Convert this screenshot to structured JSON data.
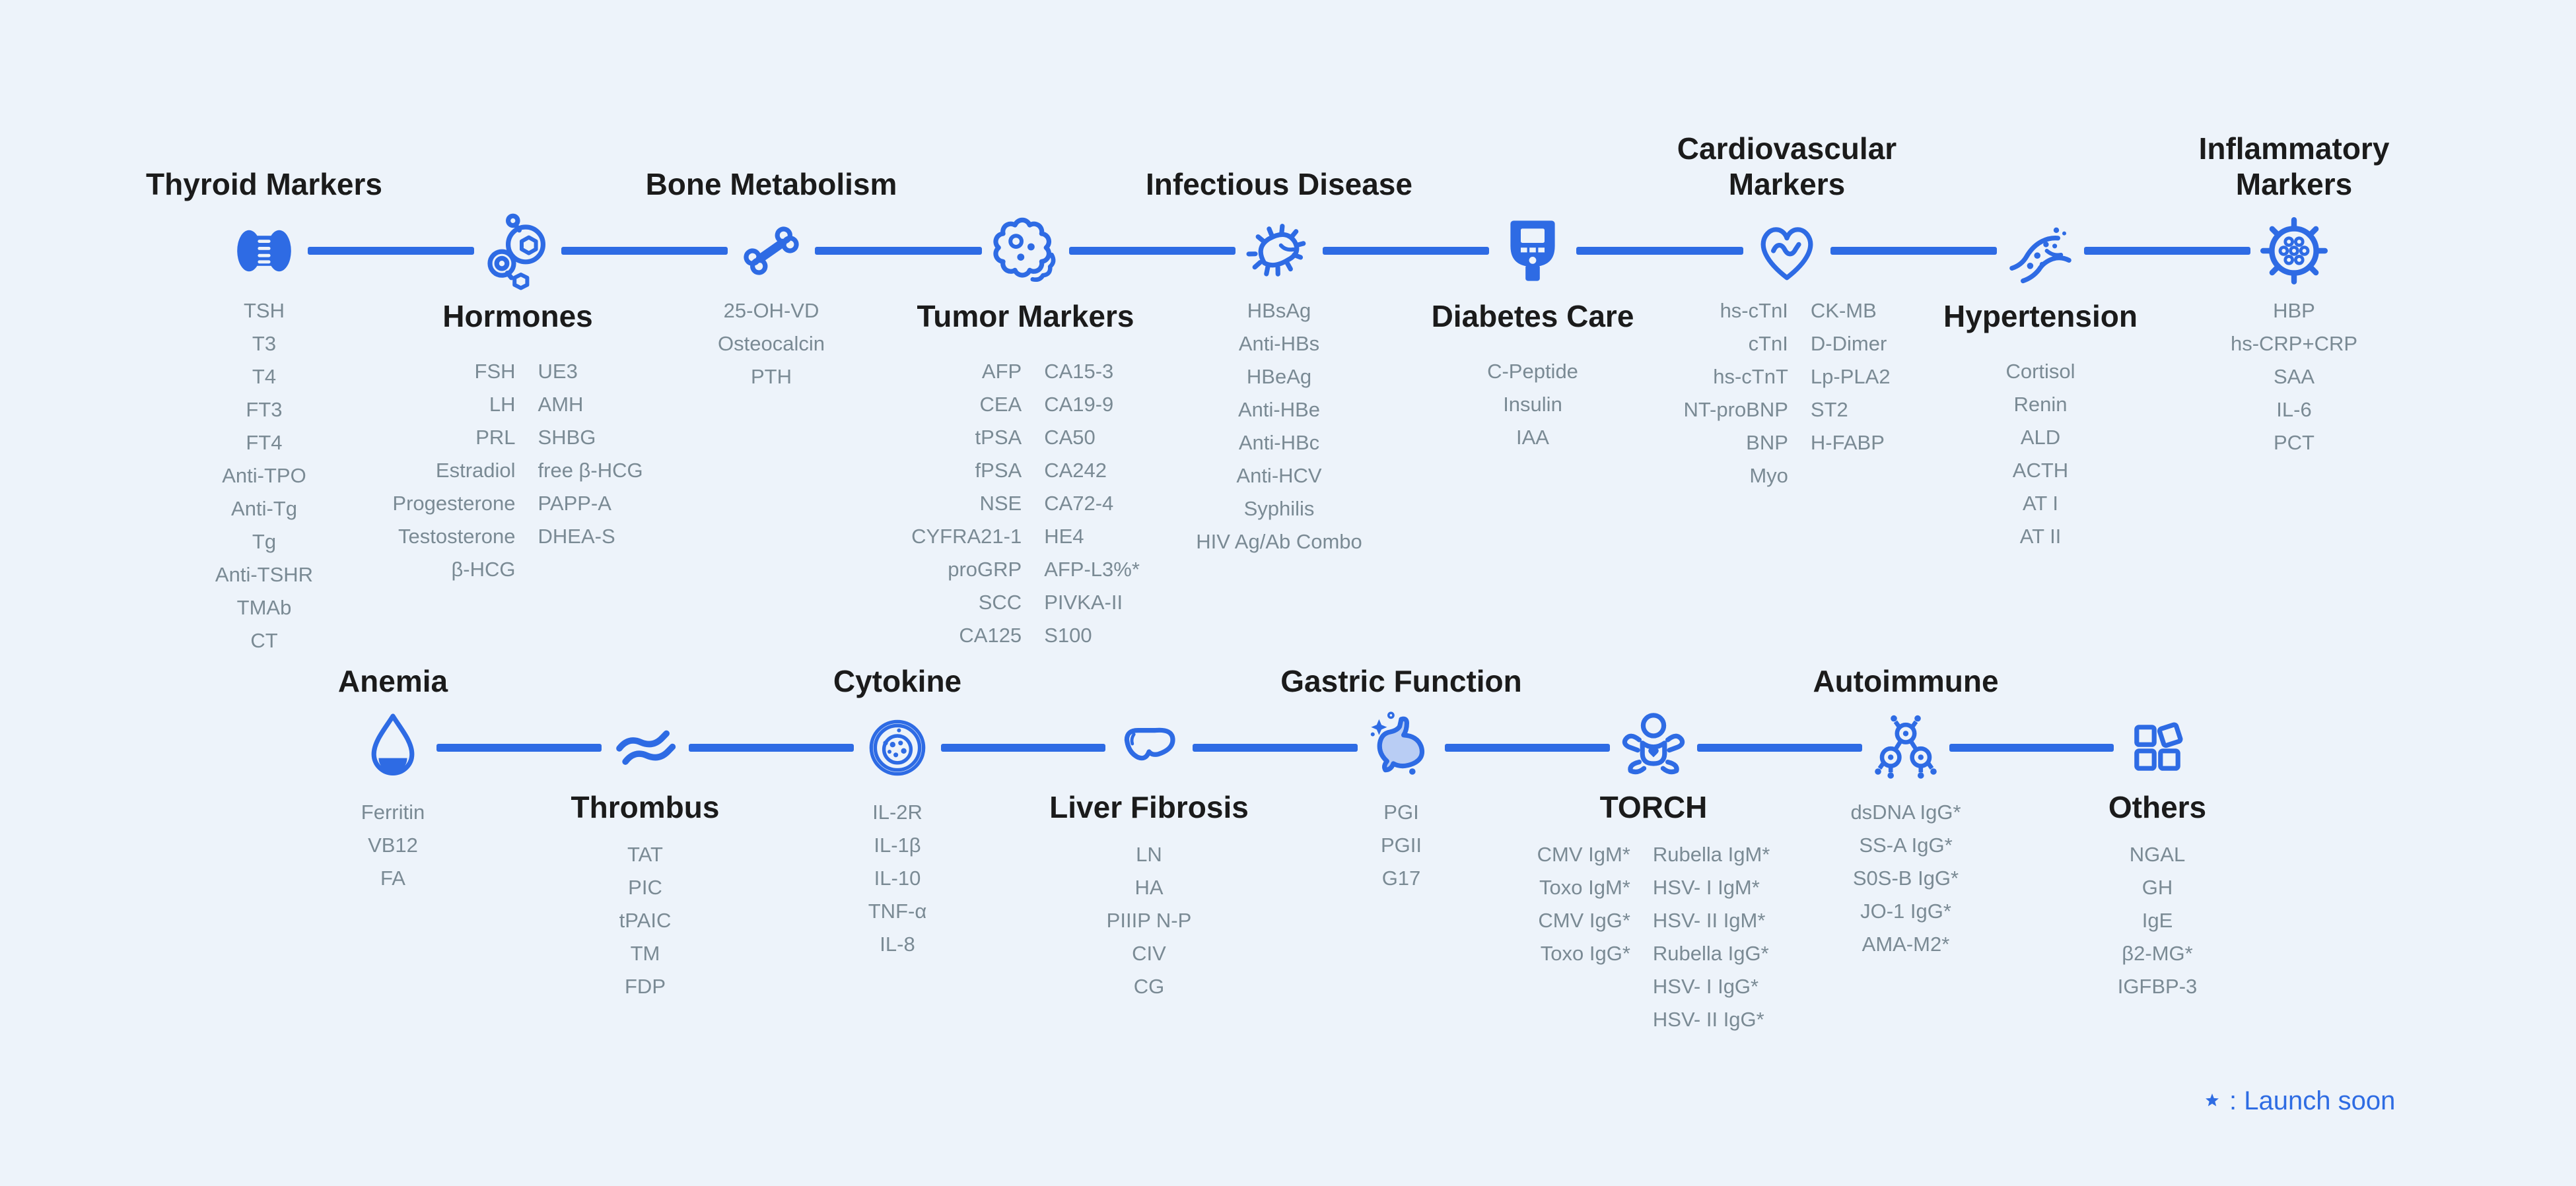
{
  "colors": {
    "accent": "#2E6BE4",
    "accent_light": "#B9CDF4",
    "background": "#EDF3FA",
    "list_text": "#7A8A94",
    "title_text": "#1B1B1B",
    "footnote_text": "#2E6CE3"
  },
  "footnote": {
    "marker": "*",
    "text": ": Launch soon"
  },
  "rows": [
    {
      "items": [
        {
          "title": "Thyroid Markers",
          "icon": "thyroid-icon",
          "title_pos": "above",
          "columns": [
            [
              "TSH",
              "T3",
              "T4",
              "FT3",
              "FT4",
              "Anti-TPO",
              "Anti-Tg",
              "Tg",
              "Anti-TSHR",
              "TMAb",
              "CT"
            ]
          ]
        },
        {
          "title": "Hormones",
          "icon": "hormones-icon",
          "title_pos": "below",
          "columns": [
            [
              "FSH",
              "LH",
              "PRL",
              "Estradiol",
              "Progesterone",
              "Testosterone",
              "β-HCG"
            ],
            [
              "UE3",
              "AMH",
              "SHBG",
              "free β-HCG",
              "PAPP-A",
              "DHEA-S"
            ]
          ]
        },
        {
          "title": "Bone Metabolism",
          "icon": "bone-joint-icon",
          "title_pos": "above",
          "columns": [
            [
              "25-OH-VD",
              "Osteocalcin",
              "PTH"
            ]
          ]
        },
        {
          "title": "Tumor Markers",
          "icon": "tumor-cell-icon",
          "title_pos": "below",
          "columns": [
            [
              "AFP",
              "CEA",
              "tPSA",
              "fPSA",
              "NSE",
              "CYFRA21-1",
              "proGRP",
              "SCC",
              "CA125"
            ],
            [
              "CA15-3",
              "CA19-9",
              "CA50",
              "CA242",
              "CA72-4",
              "HE4",
              "AFP-L3%*",
              "PIVKA-II",
              "S100"
            ]
          ]
        },
        {
          "title": "Infectious Disease",
          "icon": "bacteria-icon",
          "title_pos": "above",
          "columns": [
            [
              "HBsAg",
              "Anti-HBs",
              "HBeAg",
              "Anti-HBe",
              "Anti-HBc",
              "Anti-HCV",
              "Syphilis",
              "HIV Ag/Ab Combo"
            ]
          ]
        },
        {
          "title": "Diabetes Care",
          "icon": "glucose-meter-icon",
          "title_pos": "below",
          "columns": [
            [
              "C-Peptide",
              "Insulin",
              "IAA"
            ]
          ]
        },
        {
          "title": "Cardiovascular Markers",
          "icon": "heart-pulse-icon",
          "title_pos": "above",
          "columns": [
            [
              "hs-cTnI",
              "cTnI",
              "hs-cTnT",
              "NT-proBNP",
              "BNP",
              "Myo"
            ],
            [
              "CK-MB",
              "D-Dimer",
              "Lp-PLA2",
              "ST2",
              "H-FABP"
            ]
          ]
        },
        {
          "title": "Hypertension",
          "icon": "blood-vessel-icon",
          "title_pos": "below",
          "columns": [
            [
              "Cortisol",
              "Renin",
              "ALD",
              "ACTH",
              "AT I",
              "AT II"
            ]
          ]
        },
        {
          "title": "Inflammatory Markers",
          "icon": "virus-icon",
          "title_pos": "above",
          "columns": [
            [
              "HBP",
              "hs-CRP+CRP",
              "SAA",
              "IL-6",
              "PCT"
            ]
          ]
        }
      ]
    },
    {
      "items": [
        {
          "title": "Anemia",
          "icon": "blood-drop-icon",
          "title_pos": "above",
          "columns": [
            [
              "Ferritin",
              "VB12",
              "FA"
            ]
          ]
        },
        {
          "title": "Thrombus",
          "icon": "thrombus-icon",
          "title_pos": "below",
          "columns": [
            [
              "TAT",
              "PIC",
              "tPAIC",
              "TM",
              "FDP"
            ]
          ]
        },
        {
          "title": "Cytokine",
          "icon": "cell-icon",
          "title_pos": "above",
          "columns": [
            [
              "IL-2R",
              "IL-1β",
              "IL-10",
              "TNF-α",
              "IL-8"
            ]
          ]
        },
        {
          "title": "Liver Fibrosis",
          "icon": "liver-icon",
          "title_pos": "below",
          "columns": [
            [
              "LN",
              "HA",
              "PIIIP N-P",
              "CIV",
              "CG"
            ]
          ]
        },
        {
          "title": "Gastric Function",
          "icon": "stomach-icon",
          "title_pos": "above",
          "columns": [
            [
              "PGI",
              "PGII",
              "G17"
            ]
          ]
        },
        {
          "title": "TORCH",
          "icon": "baby-icon",
          "title_pos": "below",
          "columns": [
            [
              "CMV IgM*",
              "Toxo IgM*",
              "CMV IgG*",
              "Toxo IgG*"
            ],
            [
              "Rubella IgM*",
              "HSV- I IgM*",
              "HSV- II IgM*",
              "Rubella IgG*",
              "HSV- I IgG*",
              "HSV- II IgG*"
            ]
          ]
        },
        {
          "title": "Autoimmune",
          "icon": "antibody-complex-icon",
          "title_pos": "above",
          "columns": [
            [
              "dsDNA IgG*",
              "SS-A IgG*",
              "S0S-B IgG*",
              "JO-1 IgG*",
              "AMA-M2*"
            ]
          ]
        },
        {
          "title": "Others",
          "icon": "squares-icon",
          "title_pos": "below",
          "columns": [
            [
              "NGAL",
              "GH",
              "IgE",
              "β2-MG*",
              "IGFBP-3"
            ]
          ]
        }
      ]
    }
  ]
}
